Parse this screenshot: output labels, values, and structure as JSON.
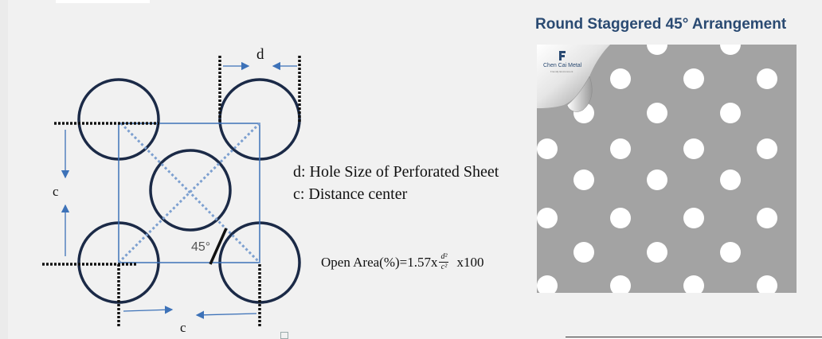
{
  "title": "Round Staggered 45°  Arrangement",
  "diagram": {
    "label_d": "d",
    "label_c_left": "c",
    "label_c_bottom": "c",
    "angle_label": "45°",
    "desc_d": "d: Hole Size of Perforated Sheet",
    "desc_c": "c: Distance center",
    "formula_prefix": "Open Area(%)=1.57x",
    "formula_num": "d²",
    "formula_den": "c²",
    "formula_suffix": "x100"
  },
  "logo": {
    "name": "Chen Cai Metal",
    "slogan": "Friendly Environment"
  },
  "colors": {
    "circle": "#1b2a47",
    "square": "#3d72b8",
    "arrow": "#3d72b8",
    "title": "#2a4a72",
    "sheet": "#a3a3a3"
  }
}
